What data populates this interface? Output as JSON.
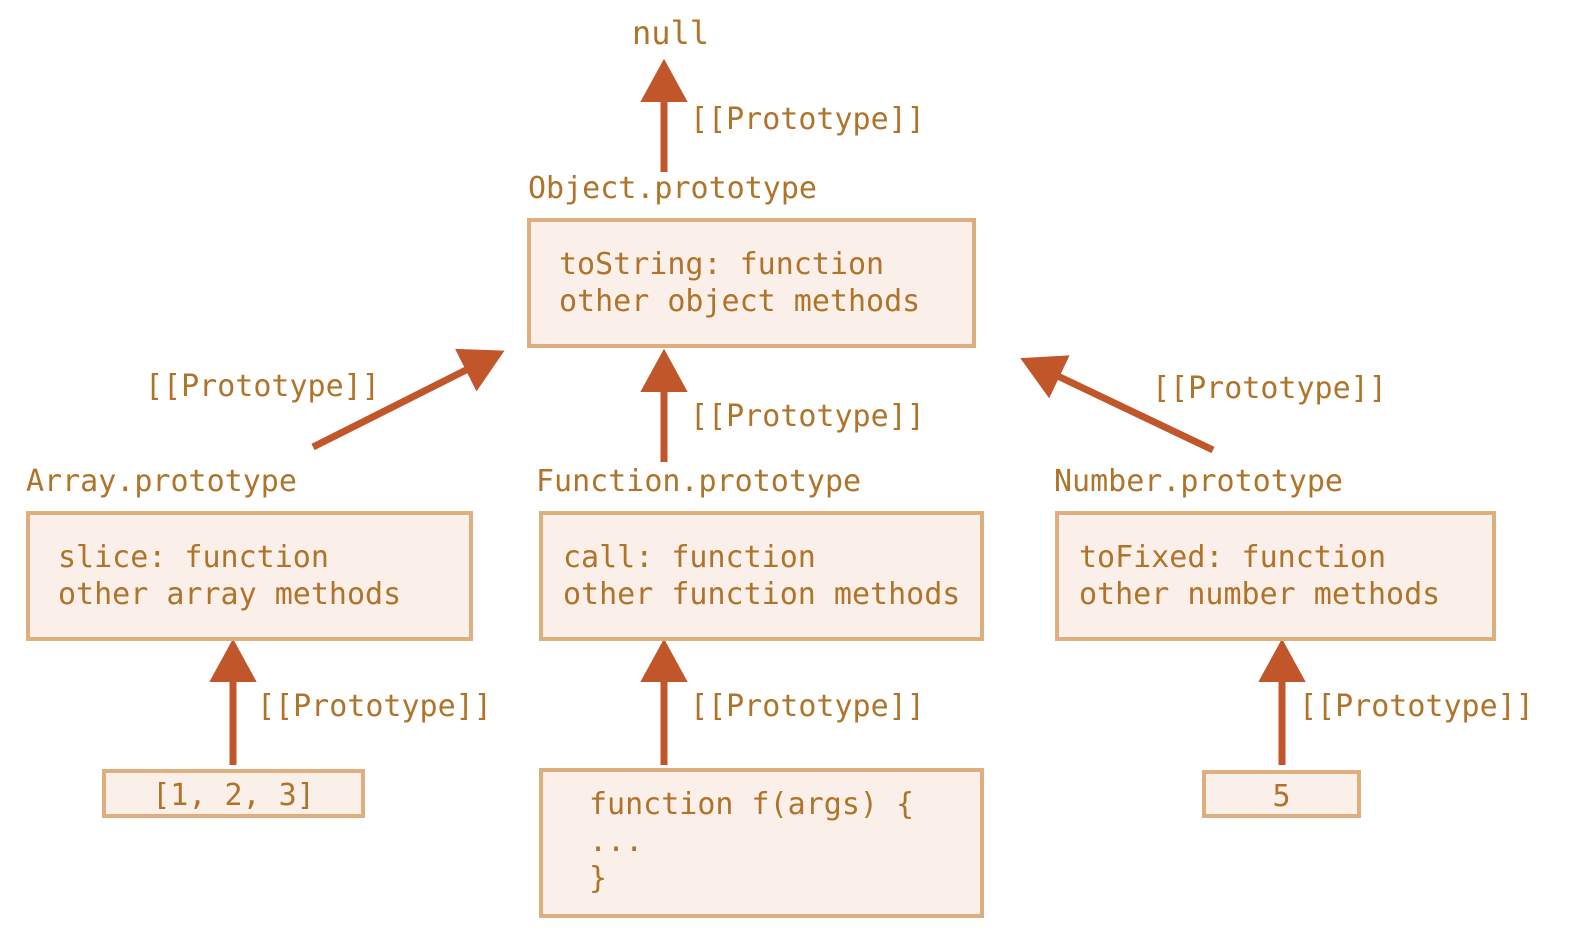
{
  "diagram": {
    "title": "JavaScript prototype chain diagram",
    "colors": {
      "text": "#b0732a",
      "box_border": "#dfae7e",
      "box_fill": "#fbf0e9",
      "arrow": "#c0562a",
      "background": "#ffffff"
    },
    "root": {
      "label": "null"
    },
    "edges": [
      {
        "name": "object-to-null",
        "label": "[[Prototype]]"
      },
      {
        "name": "array-to-object",
        "label": "[[Prototype]]"
      },
      {
        "name": "function-to-object",
        "label": "[[Prototype]]"
      },
      {
        "name": "number-to-object",
        "label": "[[Prototype]]"
      },
      {
        "name": "arrayliteral-to-arrayproto",
        "label": "[[Prototype]]"
      },
      {
        "name": "functionliteral-to-functionproto",
        "label": "[[Prototype]]"
      },
      {
        "name": "numberliteral-to-numberproto",
        "label": "[[Prototype]]"
      }
    ],
    "nodes": {
      "object_prototype": {
        "title": "Object.prototype",
        "body": "toString: function\nother object methods"
      },
      "array_prototype": {
        "title": "Array.prototype",
        "body": "slice: function\nother array methods"
      },
      "function_prototype": {
        "title": "Function.prototype",
        "body": "call: function\nother function methods"
      },
      "number_prototype": {
        "title": "Number.prototype",
        "body": "toFixed: function\nother number methods"
      },
      "array_instance": {
        "body": "[1, 2, 3]"
      },
      "function_instance": {
        "body": "function f(args) {\n...\n}"
      },
      "number_instance": {
        "body": "5"
      }
    }
  }
}
